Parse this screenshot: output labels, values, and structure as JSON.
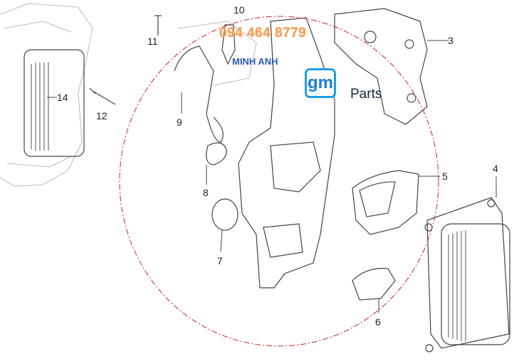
{
  "watermark": {
    "phone": "094 464 8779",
    "shop": "MINH ANH",
    "logo": "gm",
    "logo_suffix": "Parts"
  },
  "callouts": {
    "c3": "3",
    "c4": "4",
    "c5": "5",
    "c6": "6",
    "c7": "7",
    "c8": "8",
    "c9": "9",
    "c10": "10",
    "c11": "11",
    "c12": "12",
    "c14": "14"
  },
  "colors": {
    "boundary": "#d0202a",
    "phone": "#f7a35c",
    "shop": "#2b57b8",
    "logo": "#1c9fe0"
  }
}
